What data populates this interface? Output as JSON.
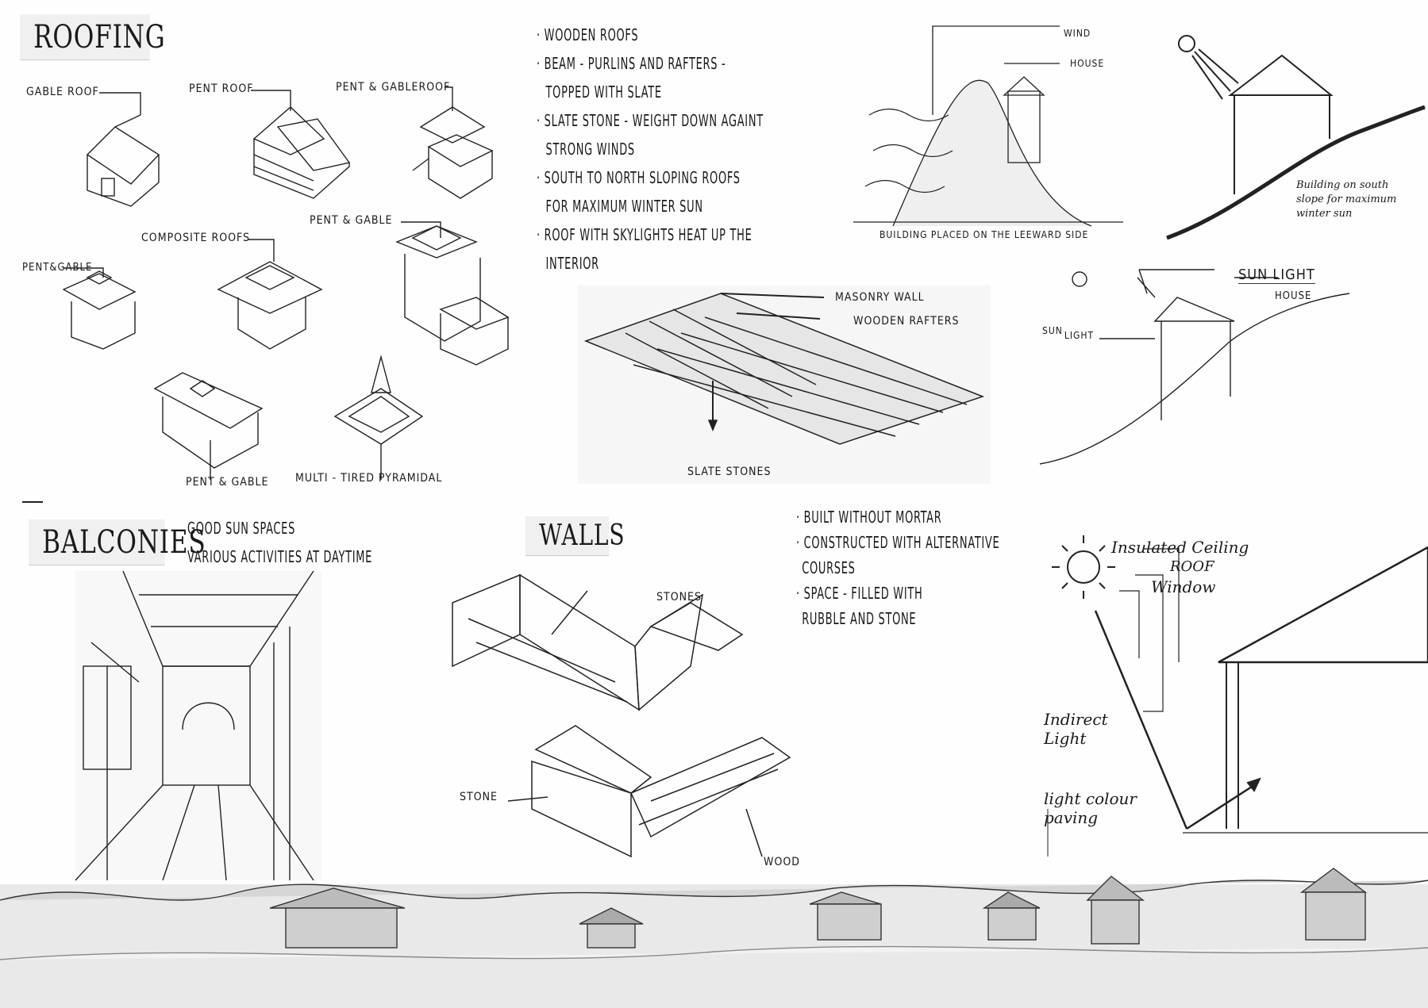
{
  "roofing": {
    "title": "ROOFING",
    "labels": {
      "gable_roof": "GABLE ROOF",
      "pent_roof": "PENT ROOF",
      "pent_gable_roof": "PENT & GABLEROOF",
      "composite_roofs": "COMPOSITE ROOFS",
      "pent_gable_a": "PENT & GABLE",
      "pent_gable_b": "PENT&GABLE",
      "pent_gable_c": "PENT & GABLE",
      "multi_tired": "MULTI - TIRED PYRAMIDAL"
    },
    "notes": [
      "· WOODEN ROOFS",
      "· BEAM - PURLINS AND RAFTERS -",
      "TOPPED WITH SLATE",
      "· SLATE STONE - WEIGHT DOWN AGAINT",
      "STRONG WINDS",
      "· SOUTH TO NORTH SLOPING ROOFS",
      "FOR MAXIMUM WINTER SUN",
      "· ROOF WITH SKYLIGHTS HEAT UP THE",
      "INTERIOR"
    ],
    "slate_sketch": {
      "masonry_wall": "MASONRY WALL",
      "wooden_rafters": "WOODEN RAFTERS",
      "slate_stones": "SLATE STONES"
    }
  },
  "leeward": {
    "wind": "WIND",
    "house": "HOUSE",
    "caption": "BUILDING PLACED ON THE LEEWARD SIDE"
  },
  "south_slope": {
    "caption_lines": [
      "Building on south",
      "slope for maximum",
      "winter sun"
    ]
  },
  "sun_slope": {
    "sun_light_top": "SUN LIGHT",
    "house": "HOUSE",
    "sun_light_side_1": "SUN",
    "sun_light_side_2": "LIGHT"
  },
  "balconies": {
    "title": "BALCONIES",
    "notes": [
      "GOOD SUN SPACES",
      "VARIOUS ACTIVITIES AT DAYTIME"
    ]
  },
  "walls": {
    "title": "WALLS",
    "notes": [
      "· BUILT WITHOUT MORTAR",
      "· CONSTRUCTED WITH ALTERNATIVE",
      "COURSES",
      "· SPACE - FILLED WITH",
      "RUBBLE AND STONE"
    ],
    "labels": {
      "stones": "STONES",
      "stone": "STONE",
      "wood": "WOOD"
    }
  },
  "daylight": {
    "insulated_ceiling": "Insulated Ceiling",
    "roof": "ROOF",
    "window": "Window",
    "indirect_1": "Indirect",
    "indirect_2": "Light",
    "paving_1": "light colour",
    "paving_2": "paving"
  },
  "colors": {
    "ink": "#1a1a1a",
    "paper": "#fefefe",
    "title_bg": "#f0f0f0"
  }
}
